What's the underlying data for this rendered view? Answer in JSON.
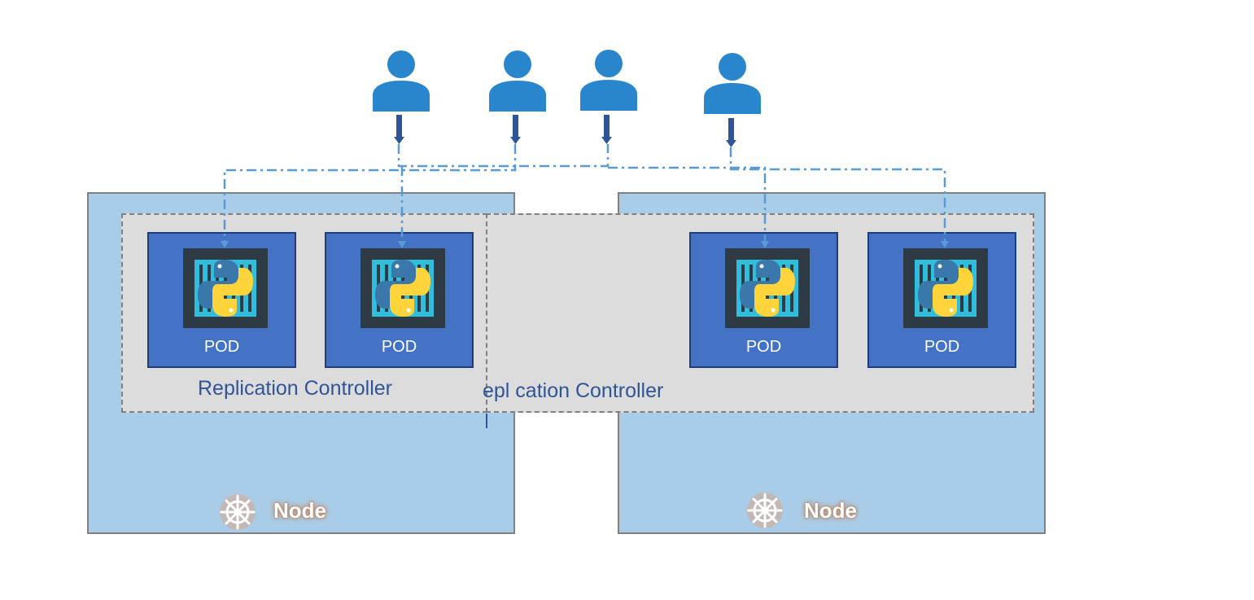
{
  "nodes": [
    {
      "label": "Node"
    },
    {
      "label": "Node"
    }
  ],
  "replication_controllers": [
    {
      "label": "Replication Controller"
    },
    {
      "label": "epl cation Controller"
    }
  ],
  "pods": [
    {
      "label": "POD"
    },
    {
      "label": "POD"
    },
    {
      "label": "POD"
    },
    {
      "label": "POD"
    }
  ],
  "colors": {
    "user": "#2986cc",
    "pod": "#4472c4",
    "node": "#a9cde8",
    "controller": "#dcdcdc",
    "traffic_line": "#5b9bd5",
    "arrow": "#2f5597"
  },
  "icons": {
    "user": "user-icon",
    "pod": "python-container-icon",
    "node": "kubernetes-helm-icon"
  }
}
